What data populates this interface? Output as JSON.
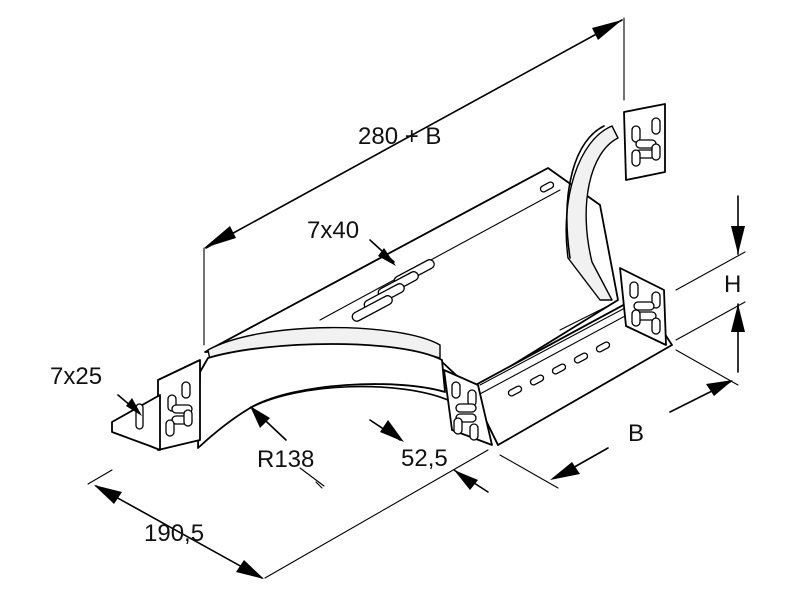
{
  "dimensions": {
    "overall_length": "280 + B",
    "slot_size_large": "7x40",
    "slot_size_small": "7x25",
    "radius": "R138",
    "offset": "52,5",
    "width": "B",
    "height": "H",
    "base_length": "190,5"
  },
  "colors": {
    "line": "#000000",
    "background": "#ffffff"
  }
}
